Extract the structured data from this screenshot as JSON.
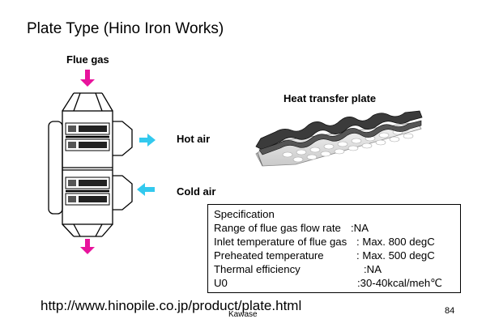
{
  "slide": {
    "title": "Plate Type (Hino Iron Works)",
    "url": "http://www.hinopile.co.jp/product/plate.html",
    "footer": "Kawase",
    "page_number": "84"
  },
  "diagram": {
    "flue_gas_label": "Flue gas",
    "hot_air_label": "Hot air",
    "cold_air_label": "Cold air",
    "flue_gas_arrow_color": "#e8139c",
    "air_arrow_color": "#33c9ee"
  },
  "plate_image": {
    "caption": "Heat transfer plate"
  },
  "specification": {
    "heading": "Specification",
    "rows": [
      {
        "label": "Range of flue gas flow rate",
        "value": ":NA"
      },
      {
        "label": "Inlet temperature of flue gas",
        "value": ": Max. 800 degC"
      },
      {
        "label": "Preheated temperature",
        "value": ": Max. 500 degC"
      },
      {
        "label": "Thermal efficiency",
        "value": ":NA"
      },
      {
        "label": "U0",
        "value": ":30-40kcal/meh℃"
      }
    ]
  }
}
